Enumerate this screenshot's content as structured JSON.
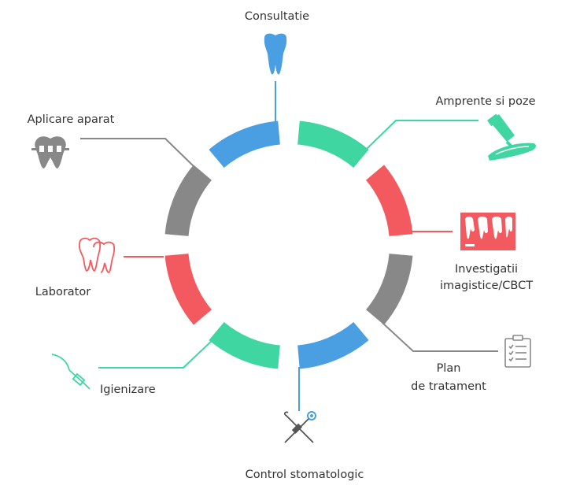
{
  "steps": [
    {
      "label": "Consultatie",
      "icon": "tooth-icon",
      "color": "#4a9fe3"
    },
    {
      "label": "Amprente si poze",
      "icon": "impression-tube-icon",
      "color": "#3fd6a1"
    },
    {
      "label": "Investigatii",
      "label2": "imagistice/CBCT",
      "icon": "dental-xray-icon",
      "color": "#f25a5f"
    },
    {
      "label": "Plan",
      "label2": "de tratament",
      "icon": "clipboard-icon",
      "color": "#888888"
    },
    {
      "label": "Control stomatologic",
      "icon": "dental-tools-icon",
      "color": "#4a9fe3"
    },
    {
      "label": "Igienizare",
      "icon": "scaler-icon",
      "color": "#3fd6a1"
    },
    {
      "label": "Laborator",
      "icon": "teeth-outline-icon",
      "color": "#f25a5f"
    },
    {
      "label": "Aplicare aparat",
      "icon": "braces-tooth-icon",
      "color": "#888888"
    }
  ]
}
